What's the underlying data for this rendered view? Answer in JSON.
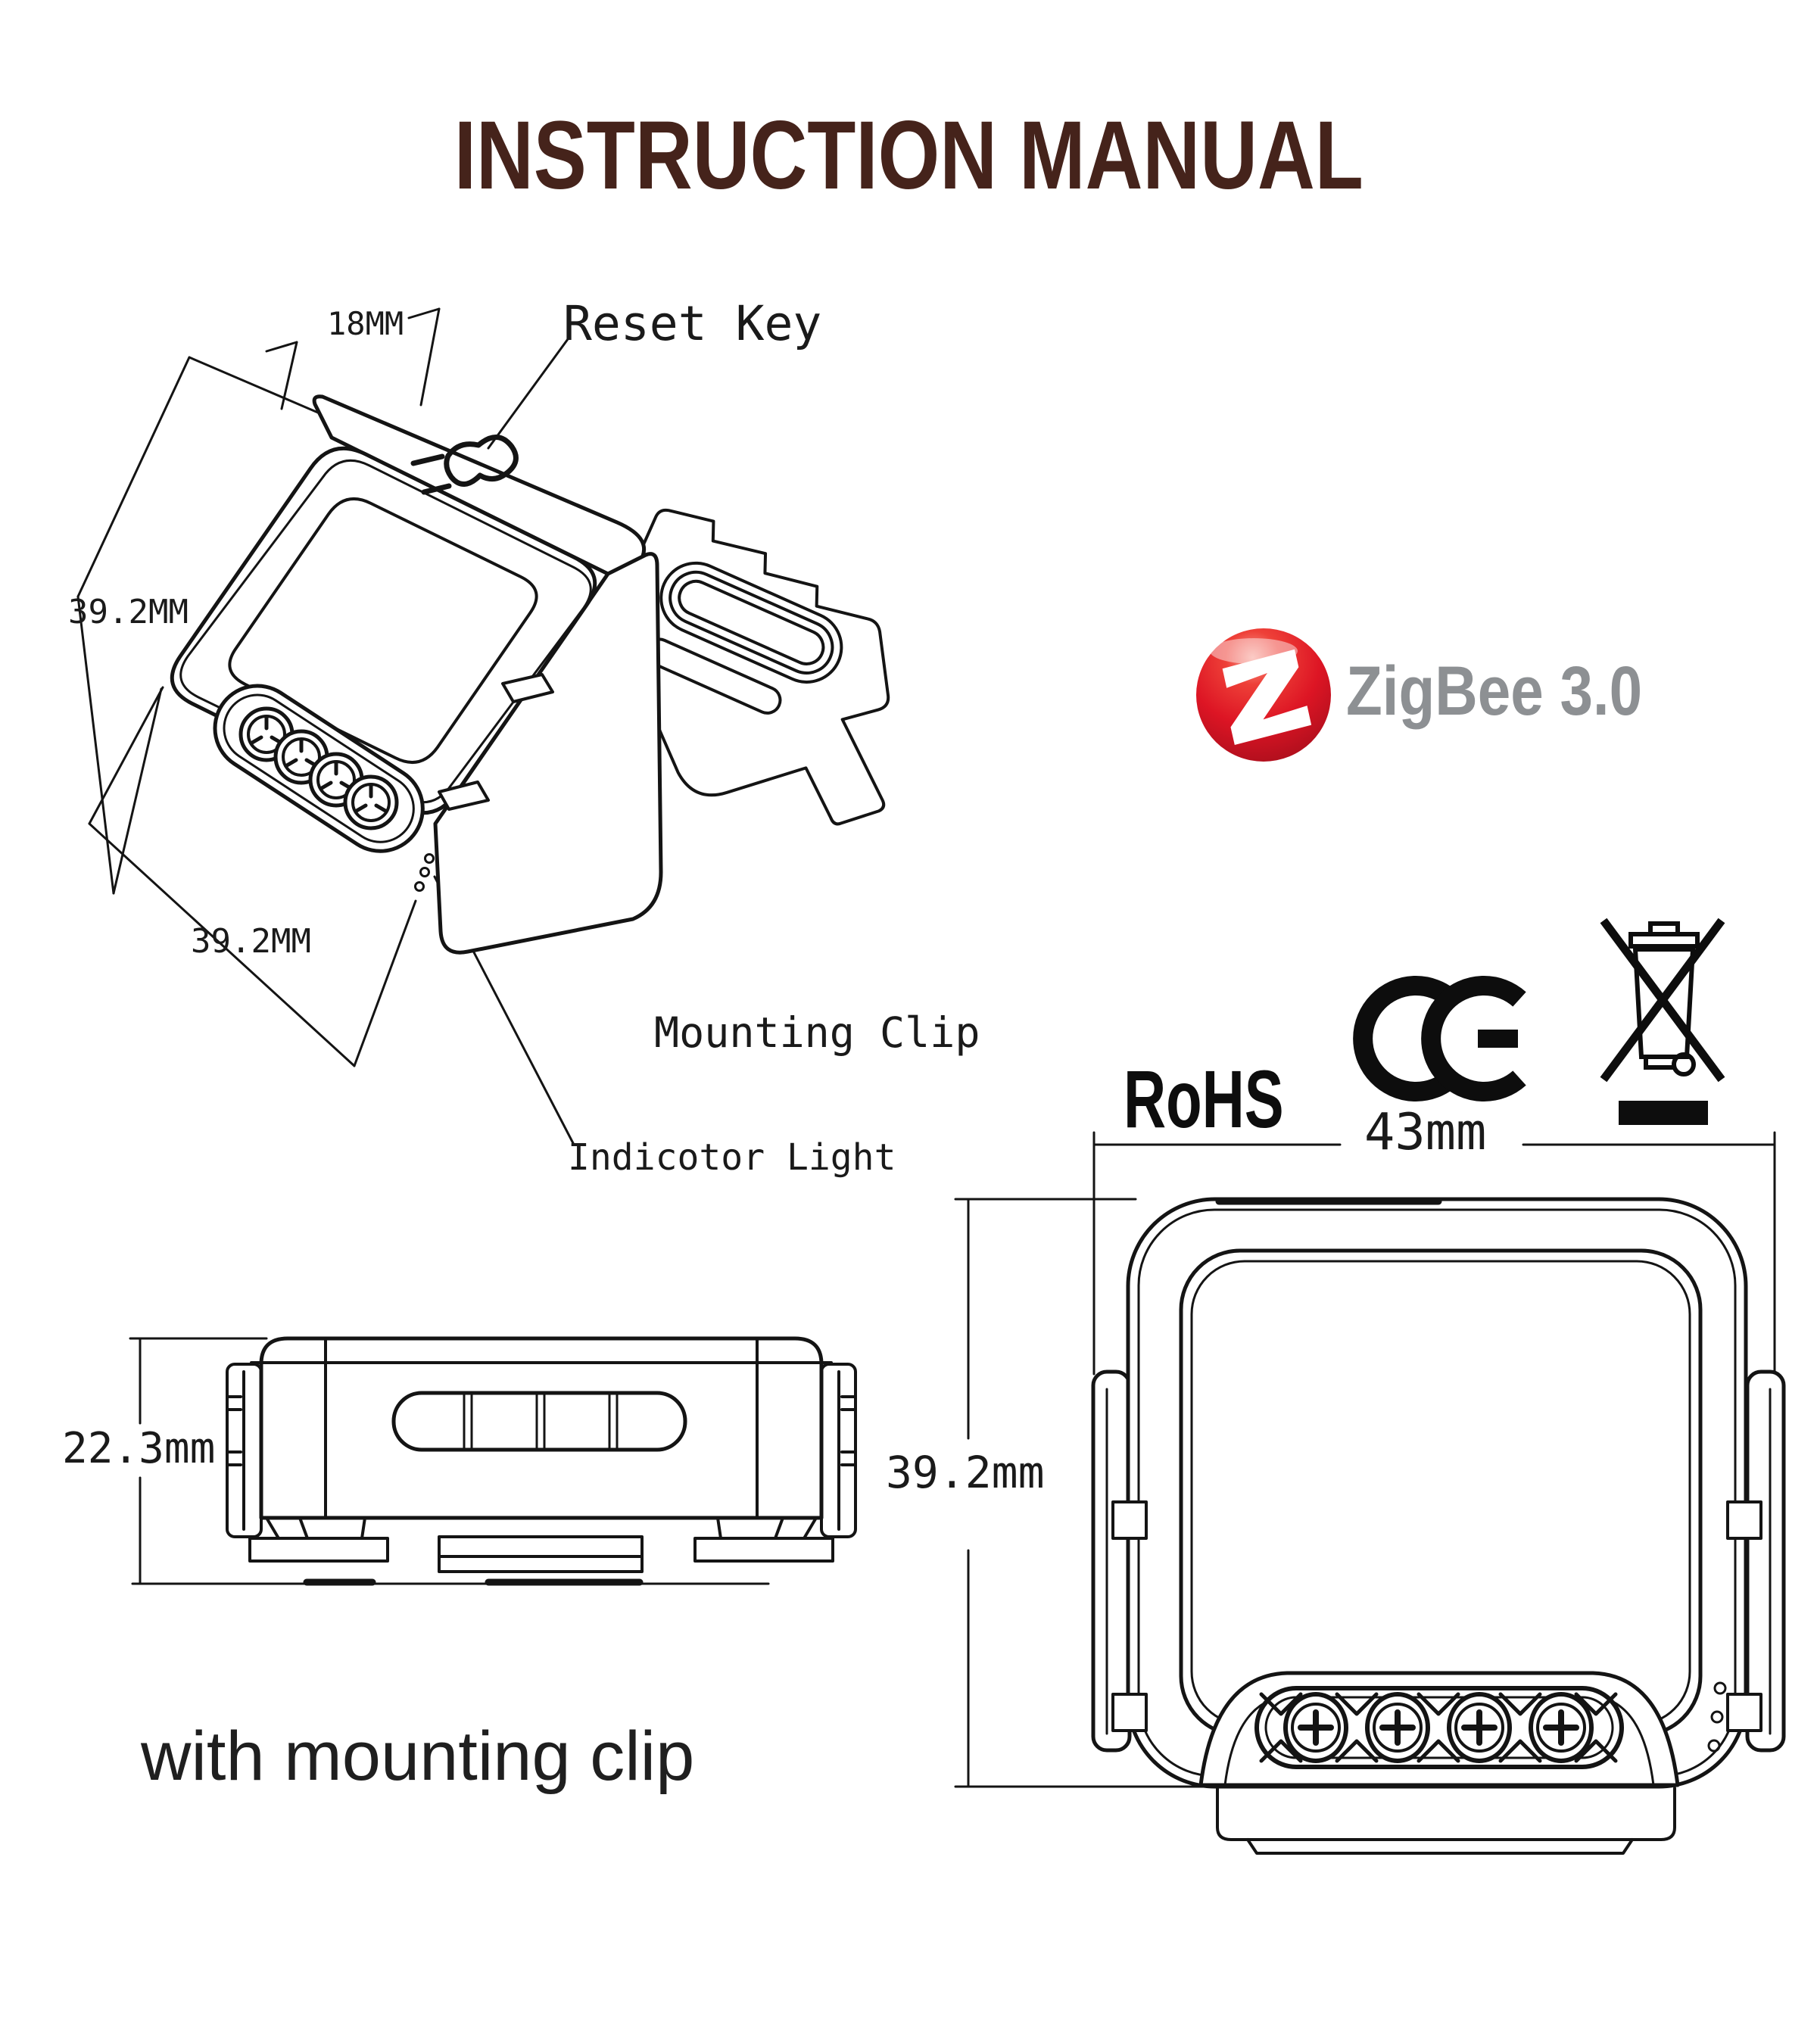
{
  "title": "INSTRUCTION MANUAL",
  "iso_view": {
    "dim_top_width": "18MM",
    "dim_left_height": "39.2MM",
    "dim_bottom_width": "39.2MM",
    "reset_label": "Reset Key",
    "clip_label": "Mounting Clip",
    "indicator_label": "Indicotor Light"
  },
  "certifications": {
    "zigbee_wordmark": "ZigBee 3.0",
    "rohs_label": "RoHS",
    "ce_mark": "CE",
    "weee_symbol": "crossed-out-wheeled-bin"
  },
  "side_view": {
    "dim_height": "22.3mm",
    "caption": "with mounting clip"
  },
  "front_view": {
    "dim_width": "43mm",
    "dim_height": "39.2mm"
  },
  "colors": {
    "title_brown": "#45231b",
    "zigbee_red": "#d81828",
    "zigbee_gray": "#8d9093",
    "line_black": "#141414"
  }
}
